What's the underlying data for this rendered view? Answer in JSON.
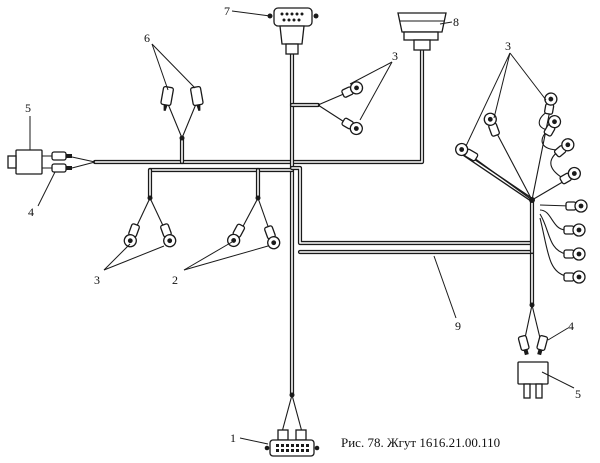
{
  "caption": "Рис. 78. Жгут 1616.21.00.110",
  "callouts": {
    "c1": "1",
    "c2": "2",
    "c3_center": "3",
    "c3_left": "3",
    "c3_right": "3",
    "c4_left": "4",
    "c4_right": "4",
    "c5_left": "5",
    "c5_right": "5",
    "c6": "6",
    "c7": "7",
    "c8": "8",
    "c9": "9"
  },
  "colors": {
    "ink": "#1a1a1a",
    "paper": "#ffffff"
  }
}
